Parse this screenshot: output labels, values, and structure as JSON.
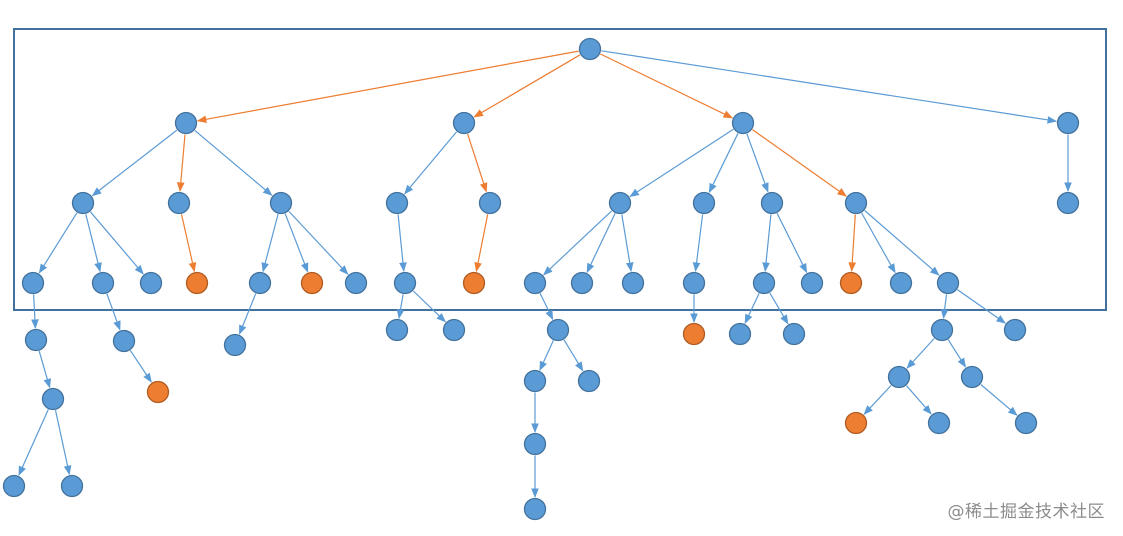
{
  "colors": {
    "node_fill": "#5b9bd5",
    "node_stroke": "#41719c",
    "highlight_fill": "#ed7d31",
    "highlight_stroke": "#ae5a21",
    "edge": "#5b9bd5",
    "highlight_edge": "#ed7d31",
    "frame": "#41719c"
  },
  "watermark": "@稀土掘金技术社区",
  "tree": {
    "nodes": [
      {
        "id": "root",
        "highlight": false
      },
      {
        "id": "a",
        "parent": "root",
        "highlight": false,
        "edge_highlight": true
      },
      {
        "id": "b",
        "parent": "root",
        "highlight": false,
        "edge_highlight": true
      },
      {
        "id": "c",
        "parent": "root",
        "highlight": false,
        "edge_highlight": true
      },
      {
        "id": "d",
        "parent": "root",
        "highlight": false,
        "edge_highlight": false
      },
      {
        "id": "a1",
        "parent": "a",
        "highlight": false,
        "edge_highlight": false
      },
      {
        "id": "a2",
        "parent": "a",
        "highlight": false,
        "edge_highlight": true
      },
      {
        "id": "a3",
        "parent": "a",
        "highlight": false,
        "edge_highlight": false
      },
      {
        "id": "b1",
        "parent": "b",
        "highlight": false,
        "edge_highlight": false
      },
      {
        "id": "b2",
        "parent": "b",
        "highlight": false,
        "edge_highlight": true
      },
      {
        "id": "c1",
        "parent": "c",
        "highlight": false,
        "edge_highlight": false
      },
      {
        "id": "c2",
        "parent": "c",
        "highlight": false,
        "edge_highlight": false
      },
      {
        "id": "c3",
        "parent": "c",
        "highlight": false,
        "edge_highlight": false
      },
      {
        "id": "c4",
        "parent": "c",
        "highlight": false,
        "edge_highlight": true
      },
      {
        "id": "d1",
        "parent": "d",
        "highlight": false,
        "edge_highlight": false
      },
      {
        "id": "a1a",
        "parent": "a1",
        "highlight": false,
        "edge_highlight": false
      },
      {
        "id": "a1b",
        "parent": "a1",
        "highlight": false,
        "edge_highlight": false
      },
      {
        "id": "a1c",
        "parent": "a1",
        "highlight": false,
        "edge_highlight": false
      },
      {
        "id": "a2a",
        "parent": "a2",
        "highlight": true,
        "edge_highlight": true
      },
      {
        "id": "a3a",
        "parent": "a3",
        "highlight": false,
        "edge_highlight": false
      },
      {
        "id": "a3b",
        "parent": "a3",
        "highlight": true,
        "edge_highlight": false
      },
      {
        "id": "a3c",
        "parent": "a3",
        "highlight": false,
        "edge_highlight": false
      },
      {
        "id": "b1a",
        "parent": "b1",
        "highlight": false,
        "edge_highlight": false
      },
      {
        "id": "b2a",
        "parent": "b2",
        "highlight": true,
        "edge_highlight": true
      },
      {
        "id": "c1a",
        "parent": "c1",
        "highlight": false,
        "edge_highlight": false
      },
      {
        "id": "c1b",
        "parent": "c1",
        "highlight": false,
        "edge_highlight": false
      },
      {
        "id": "c1c",
        "parent": "c1",
        "highlight": false,
        "edge_highlight": false
      },
      {
        "id": "c2a",
        "parent": "c2",
        "highlight": false,
        "edge_highlight": false
      },
      {
        "id": "c3a",
        "parent": "c3",
        "highlight": false,
        "edge_highlight": false
      },
      {
        "id": "c3b",
        "parent": "c3",
        "highlight": false,
        "edge_highlight": false
      },
      {
        "id": "c4a",
        "parent": "c4",
        "highlight": true,
        "edge_highlight": true
      },
      {
        "id": "c4b",
        "parent": "c4",
        "highlight": false,
        "edge_highlight": false
      },
      {
        "id": "c4c",
        "parent": "c4",
        "highlight": false,
        "edge_highlight": false
      },
      {
        "id": "a1a1",
        "parent": "a1a",
        "highlight": false,
        "edge_highlight": false
      },
      {
        "id": "a1b1",
        "parent": "a1b",
        "highlight": false,
        "edge_highlight": false
      },
      {
        "id": "a3a1",
        "parent": "a3a",
        "highlight": false,
        "edge_highlight": false
      },
      {
        "id": "b1a1",
        "parent": "b1a",
        "highlight": false,
        "edge_highlight": false
      },
      {
        "id": "b1a2",
        "parent": "b1a",
        "highlight": false,
        "edge_highlight": false
      },
      {
        "id": "c1a1",
        "parent": "c1a",
        "highlight": false,
        "edge_highlight": false
      },
      {
        "id": "c2a1",
        "parent": "c2a",
        "highlight": true,
        "edge_highlight": false
      },
      {
        "id": "c3a1",
        "parent": "c3a",
        "highlight": false,
        "edge_highlight": false
      },
      {
        "id": "c3a2",
        "parent": "c3a",
        "highlight": false,
        "edge_highlight": false
      },
      {
        "id": "c4c1",
        "parent": "c4c",
        "highlight": false,
        "edge_highlight": false
      },
      {
        "id": "c4c2",
        "parent": "c4c",
        "highlight": false,
        "edge_highlight": false
      },
      {
        "id": "a1a1a",
        "parent": "a1a1",
        "highlight": false,
        "edge_highlight": false
      },
      {
        "id": "a1b1a",
        "parent": "a1b1",
        "highlight": true,
        "edge_highlight": false
      },
      {
        "id": "c1a1a",
        "parent": "c1a1",
        "highlight": false,
        "edge_highlight": false
      },
      {
        "id": "c1a1b",
        "parent": "c1a1",
        "highlight": false,
        "edge_highlight": false
      },
      {
        "id": "c4c1a",
        "parent": "c4c1",
        "highlight": false,
        "edge_highlight": false
      },
      {
        "id": "c4c1b",
        "parent": "c4c1",
        "highlight": false,
        "edge_highlight": false
      },
      {
        "id": "a1a1a1",
        "parent": "a1a1a",
        "highlight": false,
        "edge_highlight": false
      },
      {
        "id": "a1a1a2",
        "parent": "a1a1a",
        "highlight": false,
        "edge_highlight": false
      },
      {
        "id": "c1a1a1",
        "parent": "c1a1a",
        "highlight": false,
        "edge_highlight": false
      },
      {
        "id": "c4c1a1",
        "parent": "c4c1a",
        "highlight": true,
        "edge_highlight": false
      },
      {
        "id": "c4c1a2",
        "parent": "c4c1a",
        "highlight": false,
        "edge_highlight": false
      },
      {
        "id": "c4c1b1",
        "parent": "c4c1b",
        "highlight": false,
        "edge_highlight": false
      },
      {
        "id": "c1a1a1a",
        "parent": "c1a1a1",
        "highlight": false,
        "edge_highlight": false
      }
    ]
  }
}
